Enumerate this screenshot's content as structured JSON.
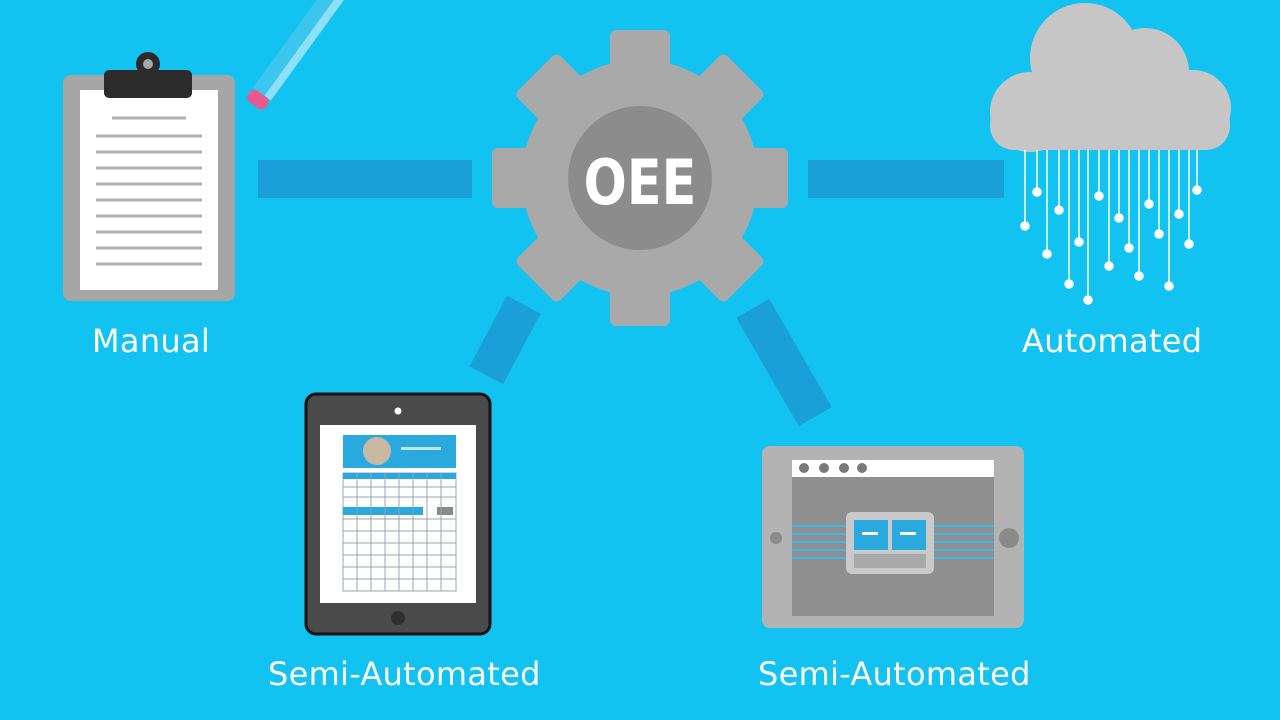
{
  "center": {
    "label": "OEE"
  },
  "nodes": {
    "manual": {
      "label": "Manual",
      "icon": "clipboard-with-pencil-icon"
    },
    "automated": {
      "label": "Automated",
      "icon": "cloud-data-icon"
    },
    "semi_left": {
      "label": "Semi-Automated",
      "icon": "tablet-spreadsheet-icon"
    },
    "semi_right": {
      "label": "Semi-Automated",
      "icon": "dashboard-screen-icon"
    }
  },
  "colors": {
    "background": "#12c3f1",
    "connector": "#1a9fd8",
    "gear": "#a9a9a9",
    "gear_hub": "#8c8c8c",
    "text": "#ffffff"
  }
}
